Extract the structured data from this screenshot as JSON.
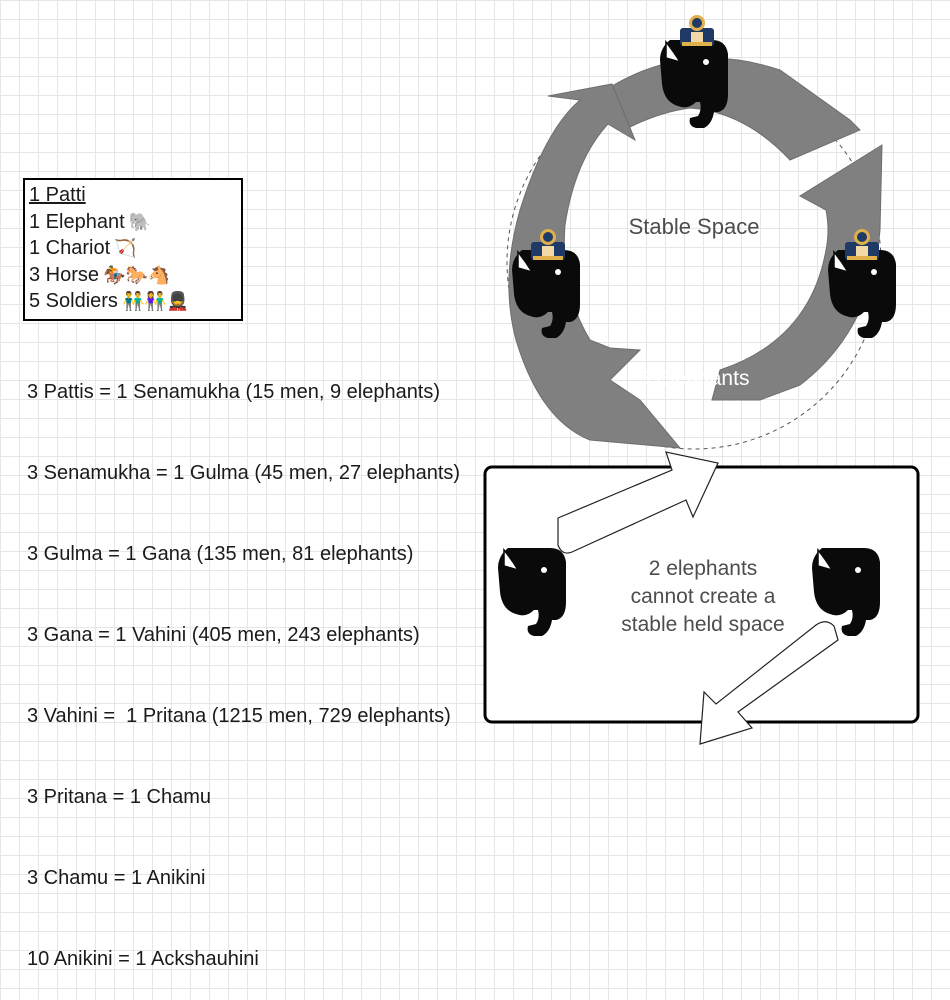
{
  "legend": {
    "title": "1 Patti",
    "items": [
      {
        "text": "1 Elephant",
        "emoji": "🐘"
      },
      {
        "text": "1 Chariot",
        "emoji": "🏹"
      },
      {
        "text": "3 Horse",
        "emoji": "🏇🐎🐴"
      },
      {
        "text": "5 Soldiers",
        "emoji": "👬👫💂"
      }
    ]
  },
  "equations": [
    "3 Pattis = 1 Senamukha (15 men, 9 elephants)",
    "3 Senamukha = 1 Gulma (45 men, 27 elephants)",
    "3 Gulma = 1 Gana (135 men, 81 elephants)",
    "3 Gana = 1 Vahini (405 men, 243 elephants)",
    "3 Vahini =  1 Pritana (1215 men, 729 elephants)",
    "3 Pritana = 1 Chamu",
    "3 Chamu = 1 Anikini",
    "10 Anikini = 1 Ackshauhini"
  ],
  "diagram": {
    "cycle_label": "Stable Space",
    "arrow_label": "3 Elephants",
    "bottom_label_lines": [
      "2 elephants",
      "cannot create a",
      "stable held space"
    ],
    "colors": {
      "arrow_gray": "#808080",
      "elephant": "#0a0a0a",
      "rider_blue": "#1f3a66",
      "rider_gold": "#e0b04a"
    }
  }
}
